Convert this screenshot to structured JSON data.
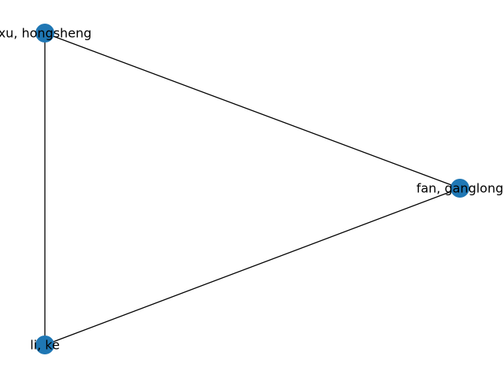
{
  "graph": {
    "node_color": "#1f77b4",
    "edge_color": "#000000",
    "nodes": [
      {
        "id": "xu",
        "label": "xu, hongsheng"
      },
      {
        "id": "fan",
        "label": "fan, ganglong"
      },
      {
        "id": "li",
        "label": "li, ke"
      }
    ],
    "edges": [
      {
        "source": "xu",
        "target": "fan"
      },
      {
        "source": "xu",
        "target": "li"
      },
      {
        "source": "li",
        "target": "fan"
      }
    ]
  }
}
